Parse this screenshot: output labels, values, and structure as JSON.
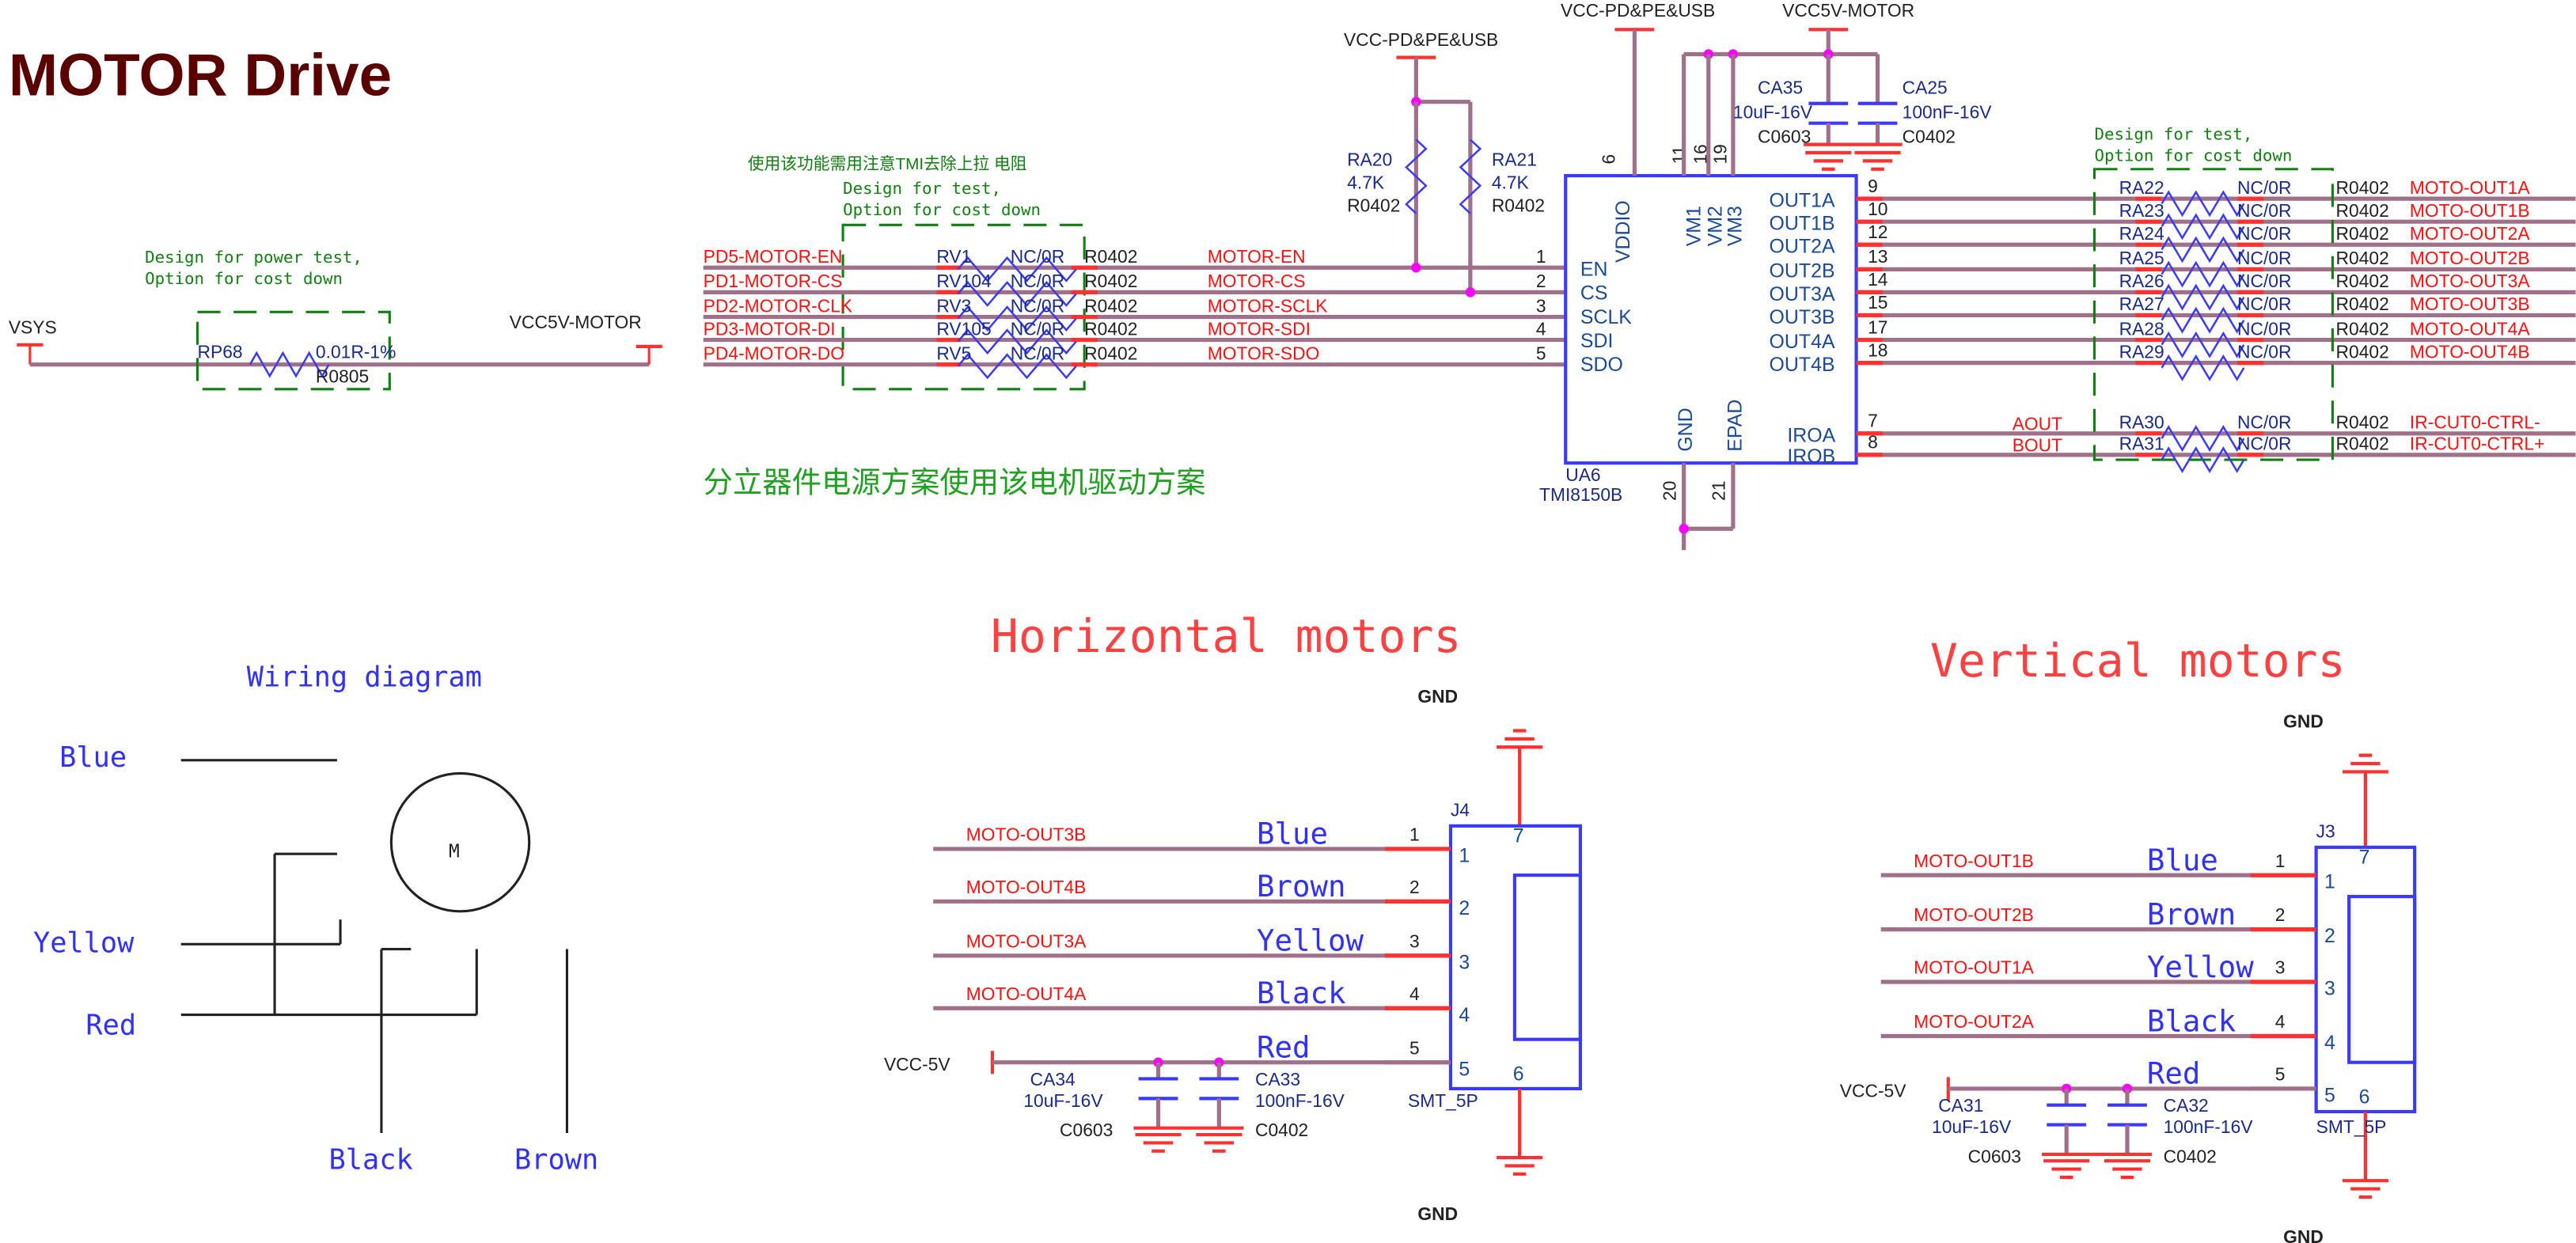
{
  "title": "MOTOR Drive",
  "colors": {
    "wire": "#a0708a",
    "pin": "#ff3030",
    "component": "#3a3aff",
    "note": "#108010",
    "net_label": "#ff1010"
  },
  "power": {
    "vsys": "VSYS",
    "vcc5v": "VCC5V-MOTOR",
    "note1": "Design for power test,",
    "note2": "Option for cost down",
    "ref": "RP68",
    "value": "0.01R-1%",
    "footprint": "R0805"
  },
  "input_bank": {
    "note_cn": "使用该功能需用注意TMI去除上拉 电阻",
    "note1": "Design for test,",
    "note2": "Option for cost down",
    "rows": [
      {
        "net_in": "PD5-MOTOR-EN",
        "ref": "RV1",
        "value": "NC/0R",
        "fp": "R0402",
        "net_out": "MOTOR-EN",
        "pin": "1"
      },
      {
        "net_in": "PD1-MOTOR-CS",
        "ref": "RV104",
        "value": "NC/0R",
        "fp": "R0402",
        "net_out": "MOTOR-CS",
        "pin": "2"
      },
      {
        "net_in": "PD2-MOTOR-CLK",
        "ref": "RV3",
        "value": "NC/0R",
        "fp": "R0402",
        "net_out": "MOTOR-SCLK",
        "pin": "3"
      },
      {
        "net_in": "PD3-MOTOR-DI",
        "ref": "RV105",
        "value": "NC/0R",
        "fp": "R0402",
        "net_out": "MOTOR-SDI",
        "pin": "4"
      },
      {
        "net_in": "PD4-MOTOR-DO",
        "ref": "RV5",
        "value": "NC/0R",
        "fp": "R0402",
        "net_out": "MOTOR-SDO",
        "pin": "5"
      }
    ],
    "pullups": [
      {
        "ref": "RA20",
        "value": "4.7K",
        "fp": "R0402"
      },
      {
        "ref": "RA21",
        "value": "4.7K",
        "fp": "R0402"
      }
    ],
    "pullup_rail": "VCC-PD&PE&USB"
  },
  "chip": {
    "ref": "UA6",
    "part": "TMI8150B",
    "left_pins": [
      "EN",
      "CS",
      "SCLK",
      "SDI",
      "SDO"
    ],
    "top_pins": [
      {
        "name": "VDDIO",
        "num": "6"
      },
      {
        "name": "VM1",
        "num": "11"
      },
      {
        "name": "VM2",
        "num": "16"
      },
      {
        "name": "VM3",
        "num": "19"
      }
    ],
    "right_pins": [
      {
        "name": "OUT1A",
        "num": "9"
      },
      {
        "name": "OUT1B",
        "num": "10"
      },
      {
        "name": "OUT2A",
        "num": "12"
      },
      {
        "name": "OUT2B",
        "num": "13"
      },
      {
        "name": "OUT3A",
        "num": "14"
      },
      {
        "name": "OUT3B",
        "num": "15"
      },
      {
        "name": "OUT4A",
        "num": "17"
      },
      {
        "name": "OUT4B",
        "num": "18"
      },
      {
        "name": "IROA",
        "num": "7"
      },
      {
        "name": "IROB",
        "num": "8"
      }
    ],
    "bottom_pins": [
      {
        "name": "GND",
        "num": "20"
      },
      {
        "name": "EPAD",
        "num": "21"
      }
    ],
    "vddio_rail": "VCC-PD&PE&USB",
    "vm_rail": "VCC5V-MOTOR",
    "caps": [
      {
        "ref": "CA35",
        "value": "10uF-16V",
        "fp": "C0603"
      },
      {
        "ref": "CA25",
        "value": "100nF-16V",
        "fp": "C0402"
      }
    ],
    "aout": "AOUT",
    "bout": "BOUT"
  },
  "scheme_note": "分立器件电源方案使用该电机驱动方案",
  "output_bank": {
    "note1": "Design for test,",
    "note2": "Option for cost down",
    "rows": [
      {
        "ref": "RA22",
        "value": "NC/0R",
        "fp": "R0402",
        "net": "MOTO-OUT1A"
      },
      {
        "ref": "RA23",
        "value": "NC/0R",
        "fp": "R0402",
        "net": "MOTO-OUT1B"
      },
      {
        "ref": "RA24",
        "value": "NC/0R",
        "fp": "R0402",
        "net": "MOTO-OUT2A"
      },
      {
        "ref": "RA25",
        "value": "NC/0R",
        "fp": "R0402",
        "net": "MOTO-OUT2B"
      },
      {
        "ref": "RA26",
        "value": "NC/0R",
        "fp": "R0402",
        "net": "MOTO-OUT3A"
      },
      {
        "ref": "RA27",
        "value": "NC/0R",
        "fp": "R0402",
        "net": "MOTO-OUT3B"
      },
      {
        "ref": "RA28",
        "value": "NC/0R",
        "fp": "R0402",
        "net": "MOTO-OUT4A"
      },
      {
        "ref": "RA29",
        "value": "NC/0R",
        "fp": "R0402",
        "net": "MOTO-OUT4B"
      },
      {
        "ref": "RA30",
        "value": "NC/0R",
        "fp": "R0402",
        "net": "IR-CUT0-CTRL-"
      },
      {
        "ref": "RA31",
        "value": "NC/0R",
        "fp": "R0402",
        "net": "IR-CUT0-CTRL+"
      }
    ]
  },
  "wiring": {
    "title": "Wiring diagram",
    "motor": "M",
    "labels": [
      "Blue",
      "Yellow",
      "Red",
      "Black",
      "Brown"
    ]
  },
  "horizontal": {
    "title": "Horizontal motors",
    "ref": "J4",
    "gnd": "GND",
    "vcc": "VCC-5V",
    "footprint": "SMT_5P",
    "rows": [
      {
        "net": "MOTO-OUT3B",
        "color": "Blue",
        "pin": "1"
      },
      {
        "net": "MOTO-OUT4B",
        "color": "Brown",
        "pin": "2"
      },
      {
        "net": "MOTO-OUT3A",
        "color": "Yellow",
        "pin": "3"
      },
      {
        "net": "MOTO-OUT4A",
        "color": "Black",
        "pin": "4"
      },
      {
        "net": "",
        "color": "Red",
        "pin": "5"
      }
    ],
    "pin_top": "7",
    "pin_bottom": "6",
    "caps": [
      {
        "ref": "CA34",
        "value": "10uF-16V",
        "fp": "C0603"
      },
      {
        "ref": "CA33",
        "value": "100nF-16V",
        "fp": "C0402"
      }
    ]
  },
  "vertical": {
    "title": "Vertical motors",
    "ref": "J3",
    "gnd": "GND",
    "vcc": "VCC-5V",
    "footprint": "SMT_5P",
    "rows": [
      {
        "net": "MOTO-OUT1B",
        "color": "Blue",
        "pin": "1"
      },
      {
        "net": "MOTO-OUT2B",
        "color": "Brown",
        "pin": "2"
      },
      {
        "net": "MOTO-OUT1A",
        "color": "Yellow",
        "pin": "3"
      },
      {
        "net": "MOTO-OUT2A",
        "color": "Black",
        "pin": "4"
      },
      {
        "net": "",
        "color": "Red",
        "pin": "5"
      }
    ],
    "pin_top": "7",
    "pin_bottom": "6",
    "caps": [
      {
        "ref": "CA31",
        "value": "10uF-16V",
        "fp": "C0603"
      },
      {
        "ref": "CA32",
        "value": "100nF-16V",
        "fp": "C0402"
      }
    ]
  }
}
